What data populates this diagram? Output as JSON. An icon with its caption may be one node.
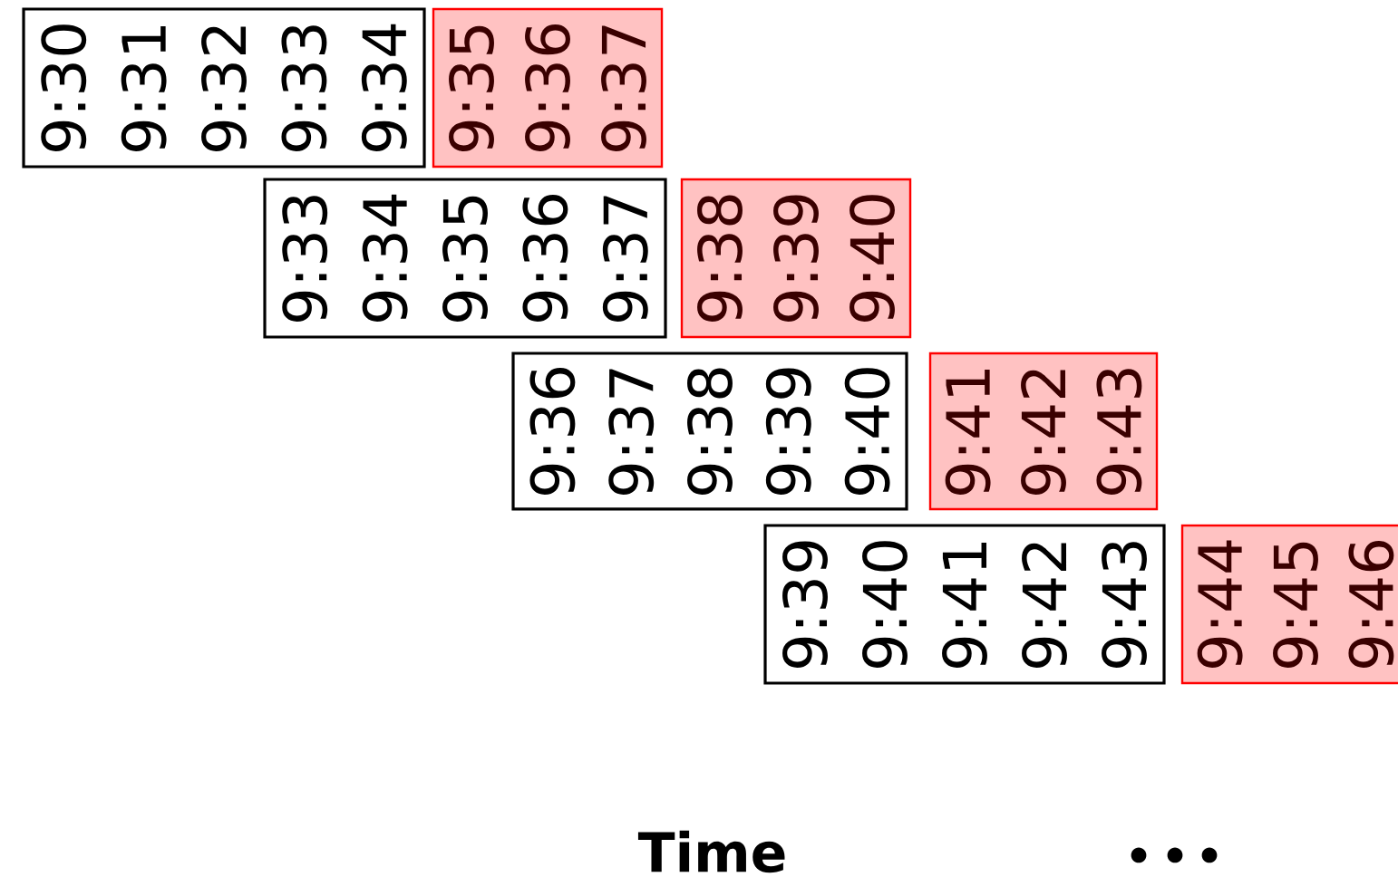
{
  "diagram": {
    "nodes": [
      {
        "text": [
          "9:30",
          "9:31",
          "9:32",
          "9:33",
          "9:34"
        ]
      },
      {
        "text": [
          "9:35",
          "9:36",
          "9:37"
        ]
      },
      {
        "text": [
          "9:33",
          "9:34",
          "9:35",
          "9:36",
          "9:37"
        ]
      },
      {
        "text": [
          "9:38",
          "9:39",
          "9:40"
        ]
      },
      {
        "text": [
          "9:36",
          "9:37",
          "9:38",
          "9:39",
          "9:40"
        ]
      },
      {
        "text": [
          "9:41",
          "9:42",
          "9:43"
        ]
      },
      {
        "text": [
          "9:39",
          "9:40",
          "9:41",
          "9:42",
          "9:43"
        ]
      },
      {
        "text": [
          "9:44",
          "9:45",
          "9:46"
        ]
      }
    ],
    "labels": [
      "Time"
    ]
  }
}
